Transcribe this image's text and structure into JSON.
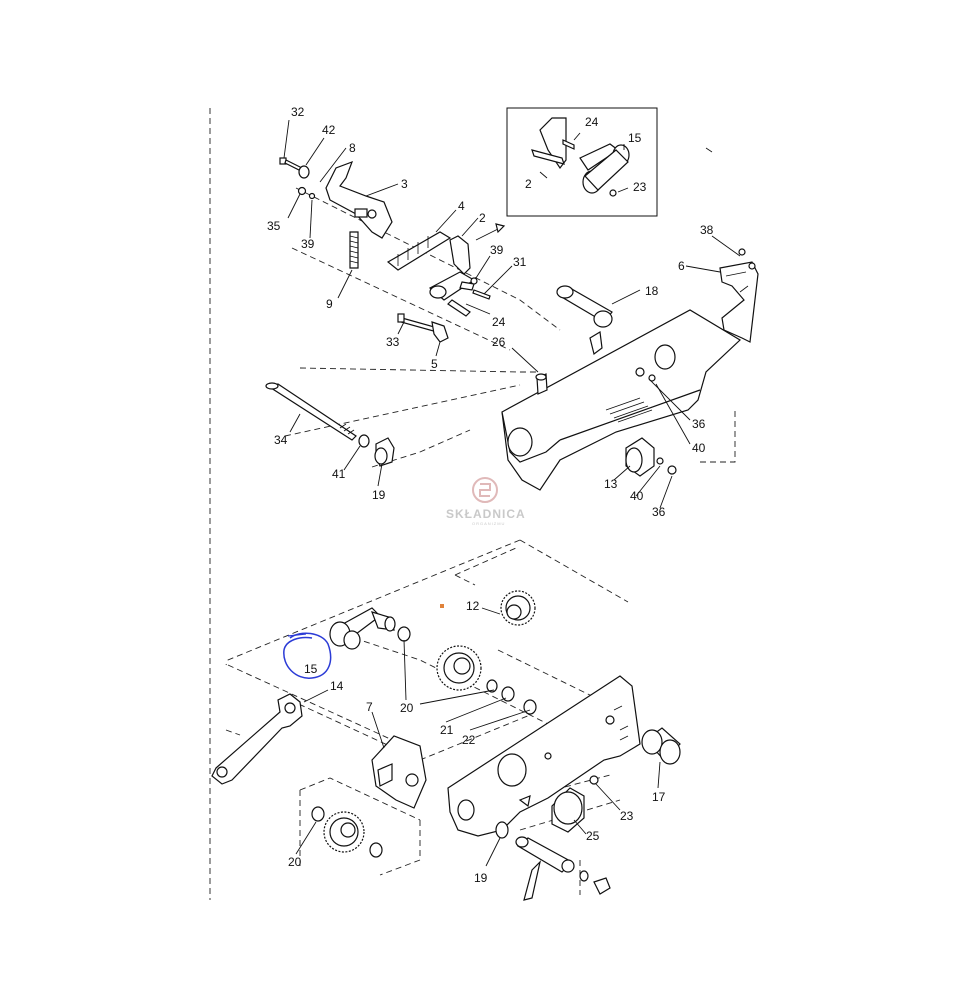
{
  "diagram": {
    "labels": {
      "l32": "32",
      "l42": "42",
      "l8": "8",
      "l3": "3",
      "l35": "35",
      "l39a": "39",
      "l9": "9",
      "l4": "4",
      "l2a": "2",
      "l39b": "39",
      "l31": "31",
      "l24a": "24",
      "l33": "33",
      "l5": "5",
      "l26": "26",
      "l18": "18",
      "l38": "38",
      "l6": "6",
      "l36a": "36",
      "l40a": "40",
      "l34": "34",
      "l41": "41",
      "l19a": "19",
      "l13": "13",
      "l40b": "40",
      "l36b": "36",
      "l24b": "24",
      "l15a": "15",
      "l2b": "2",
      "l23a": "23",
      "l12": "12",
      "l15b": "15",
      "l14": "14",
      "l20a": "20",
      "l21": "21",
      "l22": "22",
      "l7": "7",
      "l17": "17",
      "l23b": "23",
      "l25": "25",
      "l20b": "20",
      "l19b": "19"
    },
    "highlight_color": "#2b3bd6"
  },
  "watermark": {
    "name": "SKŁADNICA",
    "subtitle": "ORGANIZMU",
    "color": "#e0b9b9"
  }
}
